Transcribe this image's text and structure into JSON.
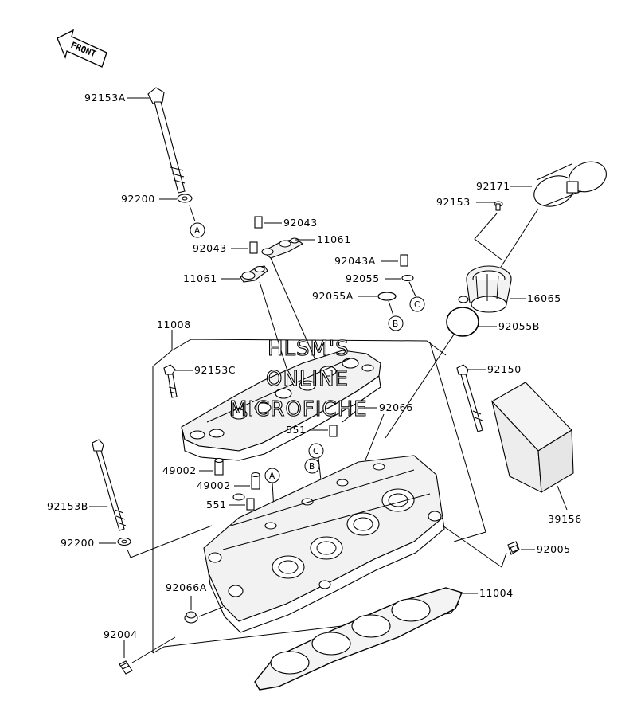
{
  "watermark": [
    "HLSM'S",
    "ONLINE",
    "MICROFICHE"
  ],
  "front_arrow_label": "FRONT",
  "callouts": {
    "c_92153A": "92153A",
    "c_92200_top": "92200",
    "c_92043_a": "92043",
    "c_92043_b": "92043",
    "c_11061_a": "11061",
    "c_11061_b": "11061",
    "c_92043A": "92043A",
    "c_92055": "92055",
    "c_92055A": "92055A",
    "c_92171": "92171",
    "c_92153": "92153",
    "c_16065": "16065",
    "c_92055B": "92055B",
    "c_11008": "11008",
    "c_92153C": "92153C",
    "c_92150": "92150",
    "c_92066": "92066",
    "c_551_a": "551",
    "c_49002_a": "49002",
    "c_49002_b": "49002",
    "c_551_b": "551",
    "c_92153B": "92153B",
    "c_92200_bot": "92200",
    "c_39156": "39156",
    "c_92005": "92005",
    "c_92066A": "92066A",
    "c_11004": "11004",
    "c_92004": "92004"
  },
  "ref_markers": {
    "A_top": "A",
    "B_top": "B",
    "C_top": "C",
    "A_bot": "A",
    "B_bot": "B",
    "C_bot": "C"
  }
}
